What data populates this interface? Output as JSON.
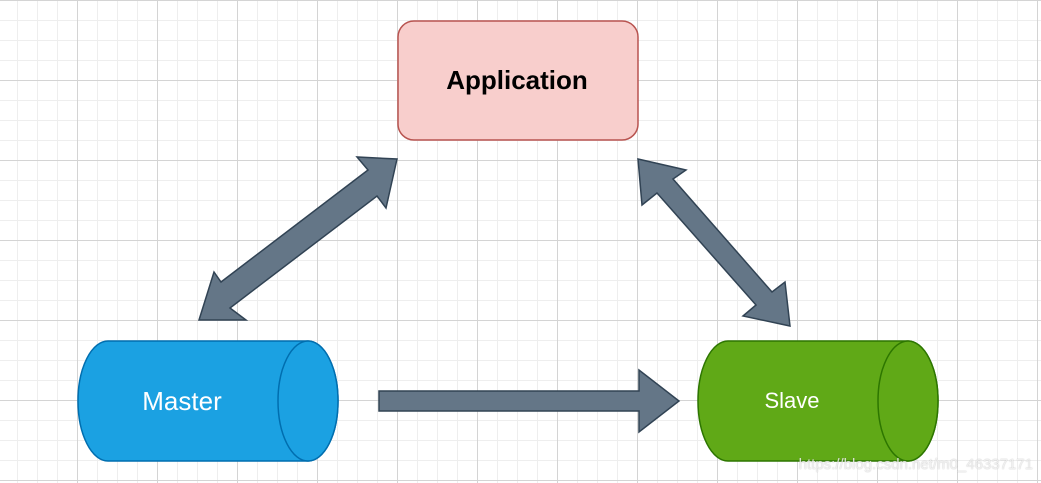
{
  "diagram": {
    "nodes": {
      "application": {
        "label": "Application",
        "fill": "#f8cecc",
        "stroke": "#b85450",
        "text_color": "#000000"
      },
      "master": {
        "label": "Master",
        "fill": "#1ba1e2",
        "stroke": "#006eaf",
        "text_color": "#ffffff"
      },
      "slave": {
        "label": "Slave",
        "fill": "#60a917",
        "stroke": "#2d7600",
        "text_color": "#ffffff"
      }
    },
    "edges": [
      {
        "from": "master",
        "to": "application",
        "style": "bidirectional"
      },
      {
        "from": "slave",
        "to": "application",
        "style": "bidirectional"
      },
      {
        "from": "master",
        "to": "slave",
        "style": "one-way"
      }
    ],
    "arrow_fill": "#647687",
    "arrow_stroke": "#314354"
  },
  "watermark": "https://blog.csdn.net/m0_46337171"
}
